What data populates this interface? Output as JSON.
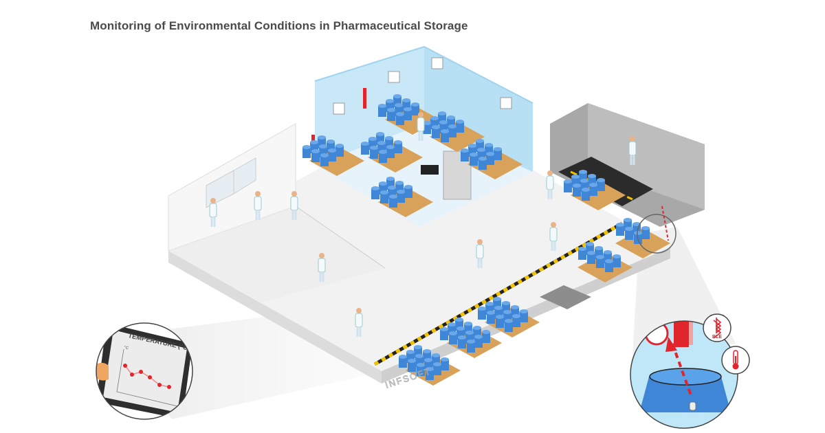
{
  "title": "Monitoring of Environmental Conditions in Pharmaceutical Storage",
  "tablet_inset": {
    "heading": "TEMPERATURE (°C)",
    "unit": "°C"
  },
  "sensor_inset": {
    "ble_label": "BLE",
    "icons": [
      "bluetooth-icon",
      "thermometer-icon"
    ]
  },
  "logo": "INFSOFT",
  "colors": {
    "barrel": "#3f86d6",
    "cold_room": "#bfe3f5",
    "accent_red": "#e0262c",
    "hazard_yellow": "#f2c200",
    "floor": "#eeeeee"
  }
}
